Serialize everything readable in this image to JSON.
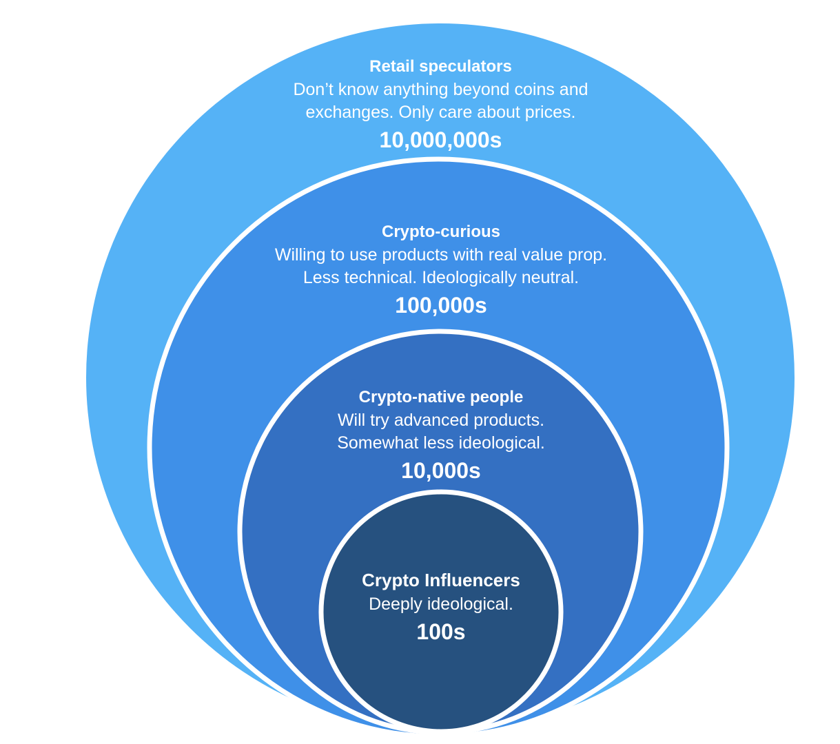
{
  "colors": {
    "outer": "#55b2f6",
    "second": "#3f90e8",
    "third": "#3470c2",
    "inner": "#26517f",
    "border": "#ffffff"
  },
  "layers": [
    {
      "title": "Retail speculators",
      "lines": [
        "Don’t know anything beyond coins and",
        "exchanges. Only care about prices."
      ],
      "count": "10,000,000s"
    },
    {
      "title": "Crypto-curious",
      "lines": [
        "Willing to use products with real value prop.",
        "Less technical. Ideologically neutral."
      ],
      "count": "100,000s"
    },
    {
      "title": "Crypto-native people",
      "lines": [
        "Will try advanced products.",
        "Somewhat less ideological."
      ],
      "count": "10,000s"
    },
    {
      "title": "Crypto Influencers",
      "lines": [
        "Deeply ideological."
      ],
      "count": "100s"
    }
  ]
}
